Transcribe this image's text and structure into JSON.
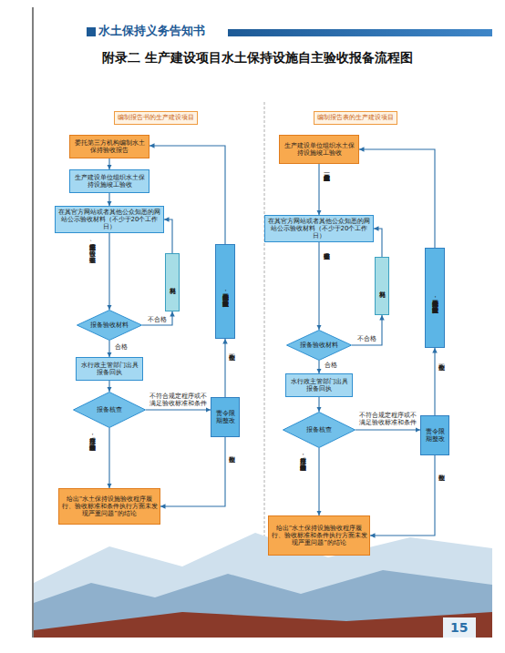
{
  "diagram": {
    "title": "附录二 生产建设项目水土保持设施自主验收报备流程图",
    "nodes": [
      {
        "text": [
          "编制报告书的生产建设项目"
        ]
      },
      {
        "text": [
          "委托第三方机构编制水土保持验收报告"
        ]
      },
      {
        "text": [
          "生产建设单位组织水土保持设施竣工验收"
        ]
      },
      {
        "text": [
          "在其官方网站或者其他公众知悉的网站公示验收材料（不少于20个工作日）"
        ]
      },
      {
        "text": [
          "报备验收材料"
        ]
      },
      {
        "text": [
          "补充材料"
        ]
      },
      {
        "text": [
          "水行政主管部门出具报备回执"
        ]
      },
      {
        "text": [
          "报备核查"
        ]
      },
      {
        "text": [
          "责令限期整改"
        ]
      },
      {
        "text": [
          "按水土保持法第五十四条处罚，并责令其重新组织验收"
        ]
      },
      {
        "text": [
          "给出“水土保持设施验收程序履行、验收标准和条件执行方面未发现严重问题”的结论"
        ]
      },
      {
        "text": [
          "编制报告表的生产建设项目"
        ]
      },
      {
        "text": [
          "生产建设单位组织水土保持设施竣工验收"
        ]
      },
      {
        "text": [
          "在其官方网站或者其他公众知悉的网站公示验收材料（不少于20个工作日）"
        ]
      },
      {
        "text": [
          "报备验收材料"
        ]
      },
      {
        "text": [
          "补充材料"
        ]
      },
      {
        "text": [
          "水行政主管部门出具报备回执"
        ]
      },
      {
        "text": [
          "报备核查"
        ]
      },
      {
        "text": [
          "责令限期整改"
        ]
      },
      {
        "text": [
          "按水土保持法第五十四条处罚，并责令其重新组织验收"
        ]
      },
      {
        "text": [
          "给出“水土保持设施验收程序履行、验收标准和条件执行方面未发现严重问题”的结论"
        ]
      }
    ],
    "edges": [
      {
        "from": 1,
        "to": 2,
        "arrow": "to"
      },
      {
        "from": 2,
        "to": 3,
        "arrow": "to"
      },
      {
        "from": 3,
        "to": 4,
        "label": "提交监测总结报告、验收报告、验收鉴定书",
        "arrow": "to"
      },
      {
        "from": 4,
        "to": 5,
        "label": "不合格",
        "arrow": "to"
      },
      {
        "from": 5,
        "to": 3,
        "arrow": "to"
      },
      {
        "from": 4,
        "to": 6,
        "label": "合格",
        "arrow": "to"
      },
      {
        "from": 6,
        "to": 7,
        "arrow": "to"
      },
      {
        "from": 7,
        "to": 8,
        "label": "不符合规定程序或不满足验收标准和条件",
        "arrow": "to"
      },
      {
        "from": 7,
        "to": 10,
        "label": "符合规定程序，满足验收标准和条件",
        "arrow": "to"
      },
      {
        "from": 8,
        "to": 9,
        "label": "整改不到位",
        "arrow": "to"
      },
      {
        "from": 9,
        "to": 1,
        "arrow": "to"
      },
      {
        "from": 8,
        "to": 10,
        "label": "整改到位",
        "arrow": "to"
      },
      {
        "from": 12,
        "to": 13,
        "label": "至少一名省级水土保持专家签署意见",
        "arrow": "to"
      },
      {
        "from": 13,
        "to": 14,
        "label": "提交验收鉴定书",
        "arrow": "to"
      },
      {
        "from": 14,
        "to": 15,
        "label": "不合格",
        "arrow": "to"
      },
      {
        "from": 15,
        "to": 13,
        "arrow": "to"
      },
      {
        "from": 14,
        "to": 16,
        "label": "合格",
        "arrow": "to"
      },
      {
        "from": 16,
        "to": 17,
        "arrow": "to"
      },
      {
        "from": 17,
        "to": 18,
        "label": "不符合规定程序或不满足验收标准和条件",
        "arrow": "to"
      },
      {
        "from": 17,
        "to": 20,
        "label": "符合规定程序，满足验收标准和条件",
        "arrow": "to"
      },
      {
        "from": 18,
        "to": 19,
        "label": "整改不到位",
        "arrow": "to"
      },
      {
        "from": 19,
        "to": 12,
        "arrow": "to"
      },
      {
        "from": 18,
        "to": 20,
        "label": "整改到位",
        "arrow": "to"
      }
    ],
    "labels": [
      "水土保持义务告知书",
      "15"
    ]
  }
}
